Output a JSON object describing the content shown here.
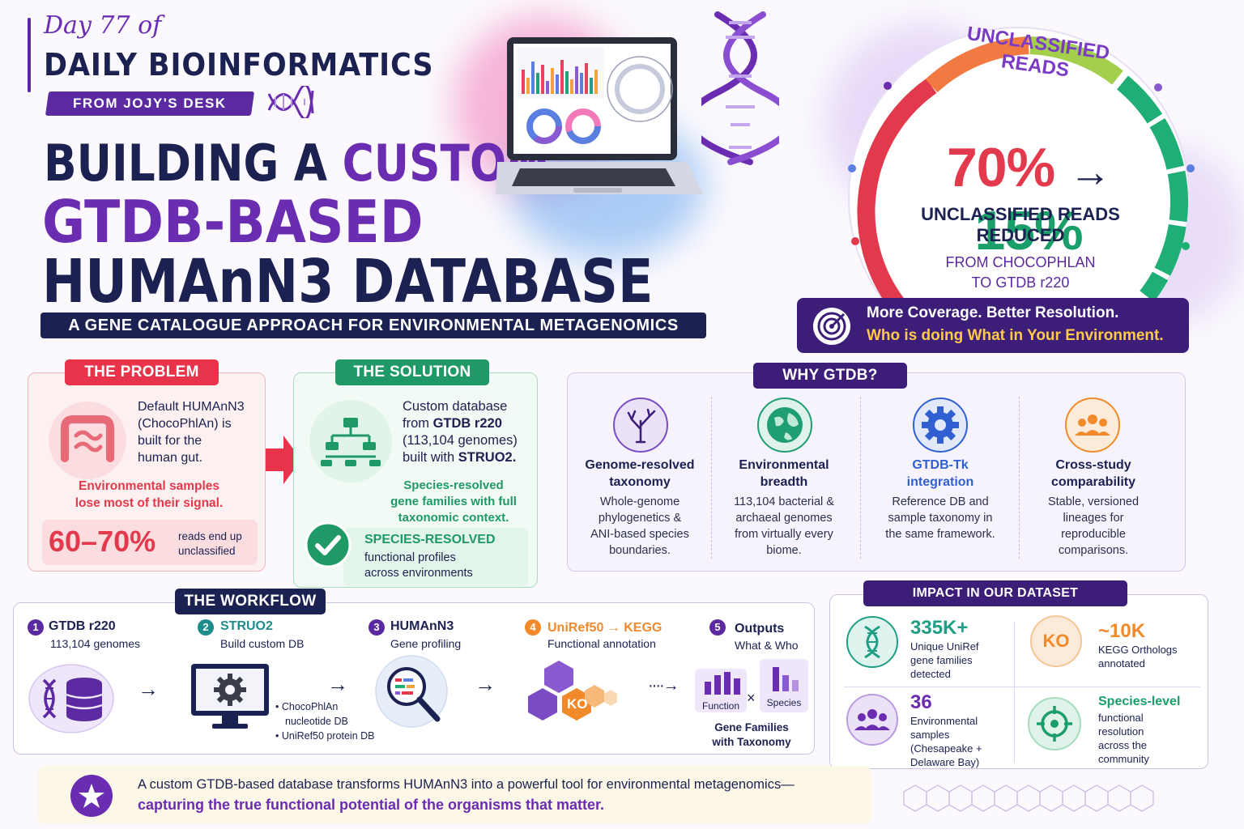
{
  "header": {
    "day": "Day 77 of",
    "series": "DAILY BIOINFORMATICS",
    "badge": "FROM JOJY'S DESK",
    "title_part1": "BUILDING A ",
    "title_part1_accent": "CUSTOM",
    "title_line2": "GTDB-BASED",
    "title_line3": "HUMAnN3 DATABASE",
    "subtitle": "A GENE CATALOGUE APPROACH FOR ENVIRONMENTAL METAGENOMICS"
  },
  "gauge": {
    "title": "UNCLASSIFIED READS",
    "from_value": "70%",
    "arrow": "→",
    "to_value": "15%",
    "label_line1": "UNCLASSIFIED READS",
    "label_line2": "REDUCED",
    "source_line1": "FROM CHOCOPHLAN",
    "source_line2": "TO GTDB r220",
    "colors": {
      "high": "#e23a4c",
      "mid": "#f3a93c",
      "low": "#1a9e6a"
    }
  },
  "coverage": {
    "line1": "More Coverage. Better Resolution.",
    "line2": "Who is doing What in Your Environment."
  },
  "problem": {
    "tag": "THE PROBLEM",
    "text_lines": [
      "Default HUMAnN3",
      "(ChocoPhlAn) is",
      "built for the",
      "human gut."
    ],
    "alert_lines": [
      "Environmental samples",
      "lose most of their signal."
    ],
    "stat_value": "60–70%",
    "stat_lines": [
      "reads end up",
      "unclassified"
    ]
  },
  "solution": {
    "tag": "THE SOLUTION",
    "text_line1": "Custom database",
    "text_line2_pre": "from ",
    "text_line2_bold": "GTDB r220",
    "text_line3": "(113,104 genomes)",
    "text_line4_pre": "built with ",
    "text_line4_bold": "STRUO2.",
    "green_lines": [
      "Species-resolved",
      "gene families with full",
      "taxonomic context."
    ],
    "resolved_title": "SPECIES-RESOLVED",
    "resolved_lines": [
      "functional profiles",
      "across environments"
    ]
  },
  "why": {
    "tag": "WHY GTDB?",
    "items": [
      {
        "head": [
          "Genome-resolved",
          "taxonomy"
        ],
        "body": [
          "Whole-genome",
          "phylogenetics &",
          "ANI-based species",
          "boundaries."
        ],
        "icon": "tree-icon",
        "color": "#7a4cc4"
      },
      {
        "head": [
          "Environmental",
          "breadth"
        ],
        "body": [
          "113,104 bacterial &",
          "archaeal genomes",
          "from virtually every",
          "biome."
        ],
        "icon": "globe-icon",
        "color": "#1f9e73"
      },
      {
        "head": [
          "GTDB-Tk",
          "integration"
        ],
        "body": [
          "Reference DB and",
          "sample taxonomy in",
          "the same framework."
        ],
        "icon": "gear-icon",
        "color": "#2f5fd0"
      },
      {
        "head": [
          "Cross-study",
          "comparability"
        ],
        "body": [
          "Stable, versioned",
          "lineages for",
          "reproducible",
          "comparisons."
        ],
        "icon": "people-icon",
        "color": "#f08a2a"
      }
    ]
  },
  "workflow": {
    "tag": "THE WORKFLOW",
    "steps": [
      {
        "num": "1",
        "title": "GTDB r220",
        "sub": "113,104 genomes",
        "color": "#5b2aa0"
      },
      {
        "num": "2",
        "title": "STRUO2",
        "sub": "Build custom DB",
        "color": "#1e8c8c"
      },
      {
        "num": "3",
        "title": "HUMAnN3",
        "sub": "Gene profiling",
        "color": "#5b2aa0"
      },
      {
        "num": "4",
        "title": "UniRef50 → KEGG",
        "sub": "Functional annotation",
        "color": "#f08a2a"
      },
      {
        "num": "5",
        "title": "Outputs",
        "sub": "What & Who",
        "color": "#5b2aa0"
      }
    ],
    "db_items": [
      "• ChocoPhlAn",
      "nucleotide DB",
      "• UniRef50 protein DB"
    ],
    "ko_label": "KO",
    "function_label": "Function",
    "times": "×",
    "species_label": "Species",
    "result_lines": [
      "Gene Families",
      "with Taxonomy"
    ]
  },
  "impact": {
    "tag": "IMPACT IN OUR DATASET",
    "items": [
      {
        "value": "335K+",
        "lines": [
          "Unique UniRef",
          "gene families",
          "detected"
        ],
        "icon": "dna-icon",
        "color": "#1f9e85"
      },
      {
        "value": "~10K",
        "lines": [
          "KEGG Orthologs",
          "annotated"
        ],
        "icon": "ko-icon",
        "color": "#f08a2a",
        "icon_text": "KO"
      },
      {
        "value": "36",
        "lines": [
          "Environmental",
          "samples",
          "(Chesapeake +",
          "Delaware Bay)"
        ],
        "icon": "people-icon",
        "color": "#6a2cb0"
      },
      {
        "value": "Species-level",
        "lines": [
          "functional",
          "resolution",
          "across the",
          "community"
        ],
        "icon": "target-icon",
        "color": "#1a9e6a"
      }
    ]
  },
  "footer": {
    "line1": "A custom GTDB-based database transforms HUMAnN3 into a powerful tool for environmental metagenomics—",
    "line2": "capturing the true functional potential of the organisms that matter."
  }
}
